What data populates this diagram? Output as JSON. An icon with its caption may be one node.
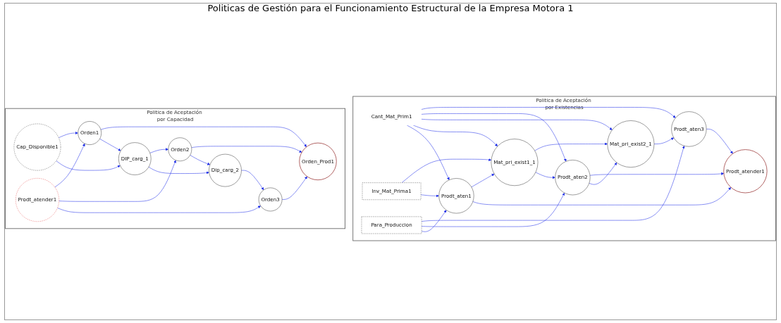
{
  "diagram": {
    "title": "Politicas de Gestión para el Funcionamiento Estructural de la Empresa Motora 1",
    "nodes": [
      {
        "text": [
          "Politica de Aceptación por Existencias"
        ]
      },
      {
        "text": [
          "Cant_Mat_Prim1"
        ],
        "in": 0
      },
      {
        "text": [
          "Inv_Mat_Prima1"
        ],
        "in": 0
      },
      {
        "text": [
          "Prodt_aten1"
        ],
        "in": 0
      },
      {
        "text": [
          "Para_Produccion"
        ],
        "in": 0
      },
      {
        "text": [
          "Mat_pri_exist1_1"
        ],
        "in": 0
      },
      {
        "text": [
          "Prodt_aten2"
        ],
        "in": 0
      },
      {
        "text": [
          "Prodt_atender1"
        ],
        "in": 0
      },
      {
        "text": [
          "Mat_pri_exist2_1"
        ],
        "in": 0
      },
      {
        "text": [
          "Prodt_aten3"
        ],
        "in": 0
      },
      {
        "text": [
          "Politica de Aceptación por Capacidad"
        ]
      },
      {
        "text": [
          "Orden1"
        ],
        "in": 10
      },
      {
        "text": [
          "Cap_Disponible1"
        ],
        "in": 10
      },
      {
        "text": [
          "Orden_Prod1"
        ],
        "in": 10
      },
      {
        "text": [
          "Orden2"
        ],
        "in": 10
      },
      {
        "text": [
          "DIP_carg_1"
        ],
        "in": 10
      },
      {
        "text": [
          "Prodt_atender1"
        ],
        "in": 10
      },
      {
        "text": [
          "Dip_carg_2"
        ],
        "in": 10
      },
      {
        "text": [
          "Orden3"
        ],
        "in": 10
      }
    ],
    "edges": [
      {
        "from": 1,
        "to": 3,
        "arrow": "to"
      },
      {
        "from": 2,
        "to": 3,
        "arrow": "to"
      },
      {
        "from": 4,
        "to": 3,
        "arrow": "to"
      },
      {
        "from": 3,
        "to": 7,
        "arrow": "to"
      },
      {
        "from": 2,
        "to": 5,
        "arrow": "to"
      },
      {
        "from": 1,
        "to": 5,
        "arrow": "to"
      },
      {
        "from": 3,
        "to": 5,
        "arrow": "to"
      },
      {
        "from": 5,
        "to": 6,
        "arrow": "to"
      },
      {
        "from": 4,
        "to": 6,
        "arrow": "to"
      },
      {
        "from": 6,
        "to": 8,
        "arrow": "to"
      },
      {
        "from": 5,
        "to": 8,
        "arrow": "to"
      },
      {
        "from": 1,
        "to": 8,
        "arrow": "to"
      },
      {
        "from": 1,
        "to": 6,
        "arrow": "to"
      },
      {
        "from": 1,
        "to": 9,
        "arrow": "to"
      },
      {
        "from": 4,
        "to": 9,
        "arrow": "to"
      },
      {
        "from": 8,
        "to": 9,
        "arrow": "to"
      },
      {
        "from": 6,
        "to": 7,
        "arrow": "to"
      },
      {
        "from": 9,
        "to": 7,
        "arrow": "to"
      },
      {
        "from": 12,
        "to": 11,
        "arrow": "to"
      },
      {
        "from": 11,
        "to": 13,
        "arrow": "to"
      },
      {
        "from": 11,
        "to": 15,
        "arrow": "to"
      },
      {
        "from": 12,
        "to": 15,
        "arrow": "to"
      },
      {
        "from": 16,
        "to": 11,
        "arrow": "to"
      },
      {
        "from": 16,
        "to": 14,
        "arrow": "to"
      },
      {
        "from": 14,
        "to": 13,
        "arrow": "to"
      },
      {
        "from": 15,
        "to": 14,
        "arrow": "to"
      },
      {
        "from": 14,
        "to": 17,
        "arrow": "to"
      },
      {
        "from": 15,
        "to": 17,
        "arrow": "to"
      },
      {
        "from": 17,
        "to": 18,
        "arrow": "to"
      },
      {
        "from": 16,
        "to": 18,
        "arrow": "to"
      },
      {
        "from": 18,
        "to": 13,
        "arrow": "to"
      }
    ]
  }
}
